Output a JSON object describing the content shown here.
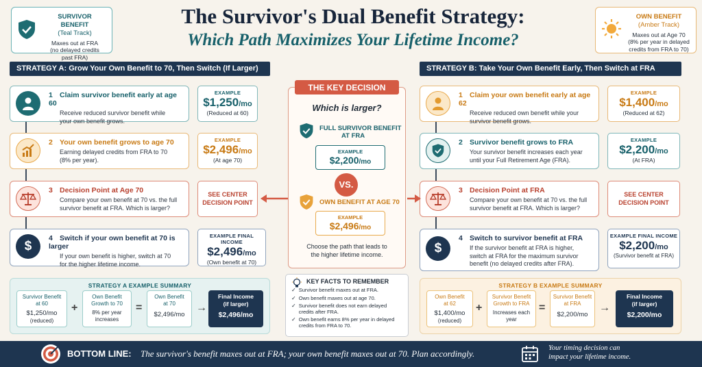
{
  "header": {
    "title": "The Survivor's Dual Benefit Strategy:",
    "subtitle": "Which Path Maximizes Your Lifetime Income?"
  },
  "legend_left": {
    "title": "SURVIVOR BENEFIT",
    "track": "(Teal Track)",
    "line1": "Maxes out at FRA",
    "line2": "(no delayed credits",
    "line3": "past FRA)",
    "icon": "shield-check-icon",
    "color": "#17606a"
  },
  "legend_right": {
    "title": "OWN BENEFIT",
    "track": "(Amber Track)",
    "line1": "Maxes out at Age 70",
    "line2": "(8% per year in delayed",
    "line3": "credits from FRA to 70)",
    "icon": "sun-icon",
    "color": "#c87a14"
  },
  "strategy_a": {
    "header": "STRATEGY A:  Grow Your Own Benefit to 70, Then Switch (If Larger)",
    "steps": [
      {
        "num": "1",
        "title": "Claim survivor benefit early at age 60",
        "desc1": "Receive reduced survivor benefit while",
        "desc2": "your own benefit grows.",
        "ex_label": "EXAMPLE",
        "ex_value": "$1,250",
        "ex_unit": "/mo",
        "ex_note": "(Reduced at 60)",
        "icon": "person-icon"
      },
      {
        "num": "2",
        "title": "Your own benefit grows to age 70",
        "desc1": "Earning delayed credits from FRA to 70",
        "desc2": "(8% per year).",
        "ex_label": "EXAMPLE",
        "ex_value": "$2,496",
        "ex_unit": "/mo",
        "ex_note": "(At age 70)",
        "icon": "growth-chart-icon"
      },
      {
        "num": "3",
        "title": "Decision Point at Age 70",
        "desc1": "Compare your own benefit at 70 vs. the full",
        "desc2": "survivor benefit at FRA. Which is larger?",
        "ex_see": "SEE CENTER",
        "ex_see2": "DECISION POINT",
        "icon": "scale-icon"
      },
      {
        "num": "4",
        "title": "Switch if your own benefit at 70 is larger",
        "desc1": "If your own benefit is higher, switch at 70",
        "desc2": "for the higher lifetime income.",
        "ex_label": "EXAMPLE FINAL INCOME",
        "ex_value": "$2,496",
        "ex_unit": "/mo",
        "ex_note": "(Own benefit at 70)",
        "icon": "dollar-icon"
      }
    ],
    "summary": {
      "title": "STRATEGY A EXAMPLE SUMMARY",
      "b1_l1": "Survivor Benefit",
      "b1_l2": "at 60",
      "b1_v": "$1,250/mo",
      "b1_n": "(reduced)",
      "b2_l1": "Own Benefit",
      "b2_l2": "Growth to 70",
      "b2_v": "8% per year",
      "b2_n": "increases",
      "b3_l1": "Own Benefit",
      "b3_l2": "at 70",
      "b3_v": "$2,496/mo",
      "final_l1": "Final Income",
      "final_l2": "(if larger)",
      "final_v": "$2,496/mo",
      "plus": "+",
      "equals": "=",
      "arrow": "→"
    }
  },
  "strategy_b": {
    "header": "STRATEGY B:  Take Your Own Benefit Early, Then Switch at FRA",
    "steps": [
      {
        "num": "1",
        "title": "Claim your own benefit early at age 62",
        "desc1": "Receive reduced own benefit while your",
        "desc2": "survivor benefit grows.",
        "ex_label": "EXAMPLE",
        "ex_value": "$1,400",
        "ex_unit": "/mo",
        "ex_note": "(Reduced at 62)",
        "icon": "person-icon"
      },
      {
        "num": "2",
        "title": "Survivor benefit grows to FRA",
        "desc1": "Your survivor benefit increases each year",
        "desc2": "until your Full Retirement Age (FRA).",
        "ex_label": "EXAMPLE",
        "ex_value": "$2,200",
        "ex_unit": "/mo",
        "ex_note": "(At FRA)",
        "icon": "shield-check-icon"
      },
      {
        "num": "3",
        "title": "Decision Point at FRA",
        "desc1": "Compare your own benefit at 70 vs. the full",
        "desc2": "survivor benefit at FRA. Which is larger?",
        "ex_see": "SEE CENTER",
        "ex_see2": "DECISION POINT",
        "icon": "scale-icon"
      },
      {
        "num": "4",
        "title": "Switch to survivor benefit at FRA",
        "desc1": "If the survivor benefit at FRA is higher,",
        "desc2": "switch at FRA for the maximum survivor",
        "desc3": "benefit (no delayed credits after FRA).",
        "ex_label": "EXAMPLE FINAL INCOME",
        "ex_value": "$2,200",
        "ex_unit": "/mo",
        "ex_note": "(Survivor benefit at FRA)",
        "icon": "dollar-icon"
      }
    ],
    "summary": {
      "title": "STRATEGY B EXAMPLE SUMMARY",
      "b1_l1": "Own Benefit",
      "b1_l2": "at 62",
      "b1_v": "$1,400/mo",
      "b1_n": "(reduced)",
      "b2_l1": "Survivor Benefit",
      "b2_l2": "Growth to FRA",
      "b2_v": "Increases each",
      "b2_n": "year",
      "b3_l1": "Survivor Benefit",
      "b3_l2": "at FRA",
      "b3_v": "$2,200/mo",
      "final_l1": "Final Income",
      "final_l2": "(if larger)",
      "final_v": "$2,200/mo",
      "plus": "+",
      "equals": "=",
      "arrow": "→"
    }
  },
  "center": {
    "header": "THE KEY DECISION",
    "question": "Which is larger?",
    "opt1_l1": "FULL SURVIVOR BENEFIT",
    "opt1_l2": "AT FRA",
    "opt1_ex_label": "EXAMPLE",
    "opt1_value": "$2,200",
    "opt1_unit": "/mo",
    "vs": "VS.",
    "opt2": "OWN BENEFIT AT AGE 70",
    "opt2_ex_label": "EXAMPLE",
    "opt2_value": "$2,496",
    "opt2_unit": "/mo",
    "choose1": "Choose the path that leads to",
    "choose2": "the higher lifetime income."
  },
  "facts": {
    "title": "KEY FACTS TO REMEMBER",
    "items": [
      "Survivor benefit maxes out at FRA.",
      "Own benefit maxes out at age 70.",
      "Survivor benefit does not earn delayed credits after FRA.",
      "Own benefit earns 8% per year in delayed credits from FRA to 70."
    ],
    "check": "✓",
    "icon": "lightbulb-icon"
  },
  "bottom": {
    "label": "BOTTOM LINE:",
    "text": "The survivor's benefit maxes out at FRA; your own benefit maxes out at 70. Plan accordingly.",
    "right1": "Your timing decision can",
    "right2": "impact your lifetime income."
  },
  "colors": {
    "navy": "#1e3550",
    "teal": "#17606a",
    "amber": "#c87a14",
    "red": "#d45a44"
  }
}
